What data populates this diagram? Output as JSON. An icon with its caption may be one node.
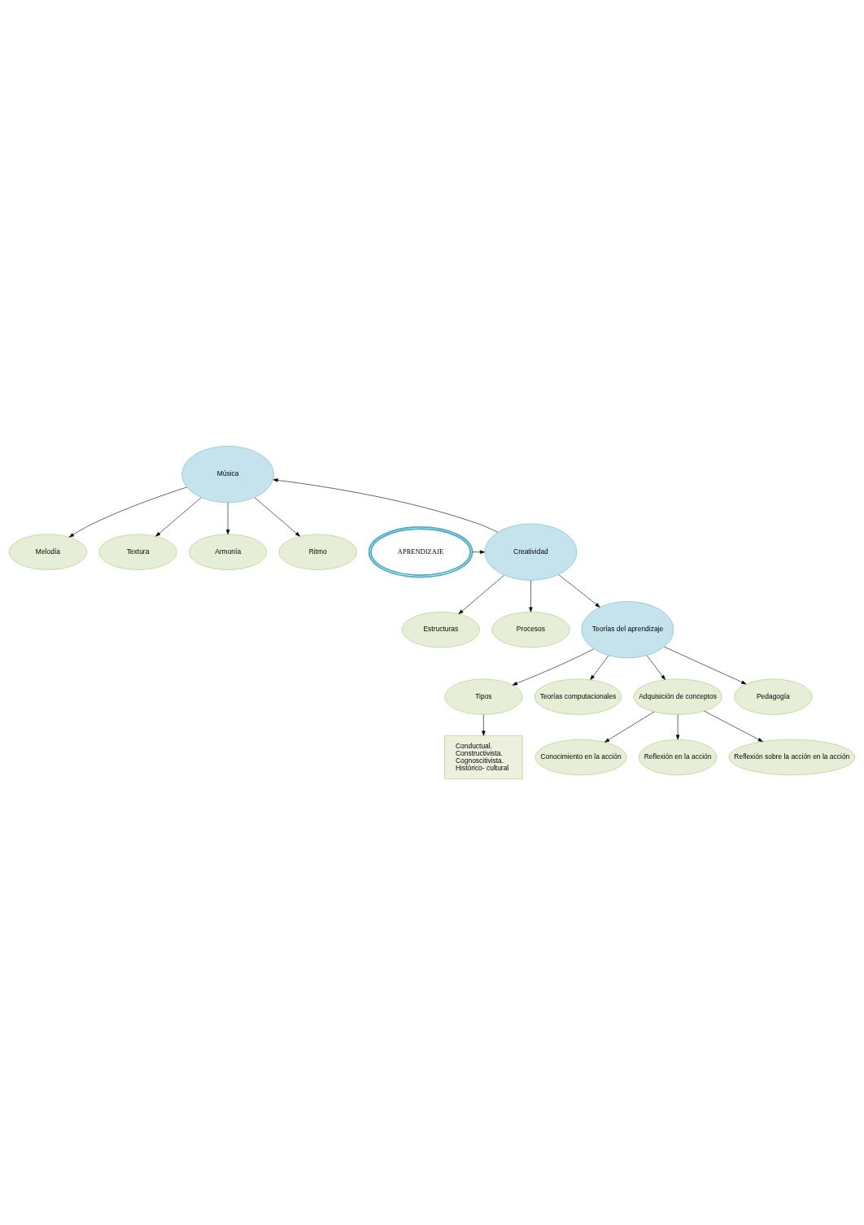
{
  "diagram": {
    "nodes": [
      {
        "text": [
          "Melodía"
        ]
      },
      {
        "text": [
          "Textura"
        ]
      },
      {
        "text": [
          "Armonía"
        ]
      },
      {
        "text": [
          "Música"
        ]
      },
      {
        "text": [
          "Ritmo"
        ]
      },
      {
        "text": [
          "Estructuras"
        ]
      },
      {
        "text": [
          "Creatividad"
        ]
      },
      {
        "text": [
          "APRENDIZAJE"
        ]
      },
      {
        "text": [
          "Procesos"
        ]
      },
      {
        "text": [
          "Tipos"
        ]
      },
      {
        "text": [
          "Conductual.",
          "Constructivista.",
          "Cognoscitivista.",
          "Histórico- cultural"
        ]
      },
      {
        "text": [
          "Teorías del aprendizaje"
        ]
      },
      {
        "text": [
          "Conocimiento en la acción"
        ]
      },
      {
        "text": [
          "Teorías computacionales"
        ]
      },
      {
        "text": [
          "Adquisición de conceptos"
        ]
      },
      {
        "text": [
          "Reflexión en la acción"
        ]
      },
      {
        "text": [
          "Pedagogía"
        ]
      },
      {
        "text": [
          "Reflexión sobre la acción en la acción"
        ]
      }
    ],
    "edges": [
      {
        "from": 3,
        "to": 0,
        "arrow": "to"
      },
      {
        "from": 3,
        "to": 1,
        "arrow": "to"
      },
      {
        "from": 3,
        "to": 2,
        "arrow": "to"
      },
      {
        "from": 3,
        "to": 4,
        "arrow": "to"
      },
      {
        "from": 6,
        "to": 3,
        "arrow": "to"
      },
      {
        "from": 6,
        "to": 5,
        "arrow": "to"
      },
      {
        "from": 6,
        "to": 8,
        "arrow": "to"
      },
      {
        "from": 7,
        "to": 6,
        "arrow": "to"
      },
      {
        "from": 6,
        "to": 11,
        "arrow": "to"
      },
      {
        "from": 11,
        "to": 9,
        "arrow": "to"
      },
      {
        "from": 9,
        "to": 10,
        "arrow": "to"
      },
      {
        "from": 11,
        "to": 13,
        "arrow": "to"
      },
      {
        "from": 11,
        "to": 16,
        "arrow": "to"
      },
      {
        "from": 11,
        "to": 14,
        "arrow": "to"
      },
      {
        "from": 14,
        "to": 12,
        "arrow": "to"
      },
      {
        "from": 14,
        "to": 15,
        "arrow": "to"
      },
      {
        "from": 14,
        "to": 17,
        "arrow": "to"
      }
    ]
  }
}
